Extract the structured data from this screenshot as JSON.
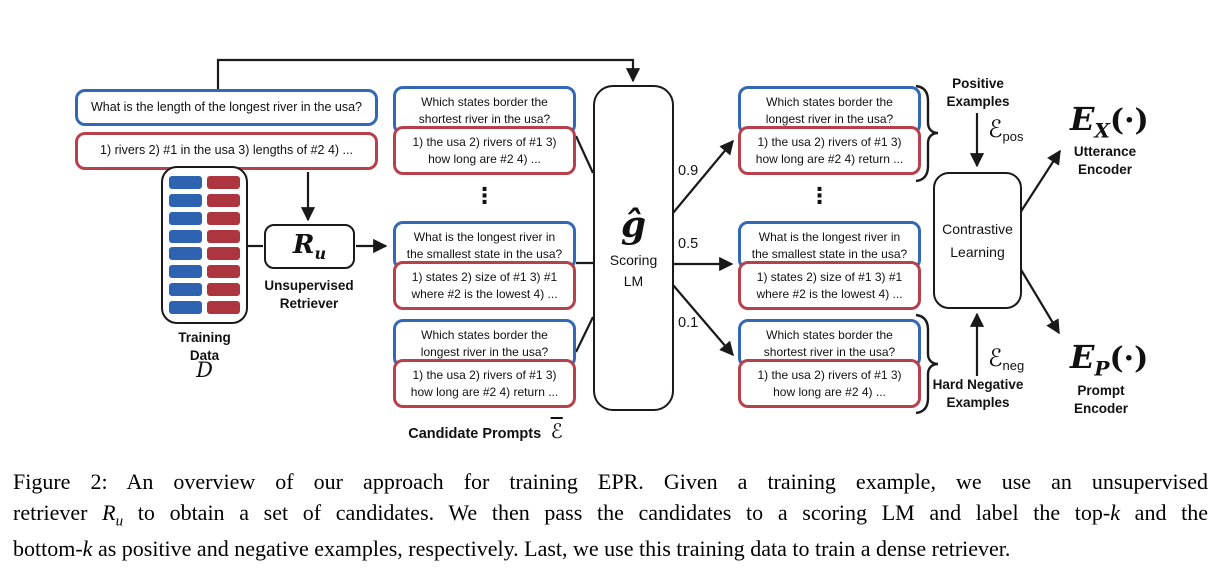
{
  "colors": {
    "blue": "#3368b5",
    "red": "#b6414c",
    "chip_blue": "#2e63b1",
    "chip_red": "#ac3540",
    "line": "#1a1a1a"
  },
  "figure": {
    "input": {
      "question": "What is the length of the longest river in the usa?",
      "answer": "1) rivers 2) #1 in the usa 3) lengths of #2 4) ..."
    },
    "training_data": {
      "label": "Training\nData",
      "symbol": "D",
      "rows": 8
    },
    "retriever": {
      "symbol_base": "R",
      "symbol_sub": "u",
      "label": "Unsupervised\nRetriever"
    },
    "candidates": {
      "label": "Candidate Prompts",
      "symbol": "ℰ",
      "dots": "⋮",
      "items": [
        {
          "question": "Which states border the\nshortest river in the usa?",
          "answer": "1) the usa 2) rivers of #1 3)\nhow long are #2 4) ..."
        },
        {
          "question": "What is the longest river in\nthe smallest state in the usa?",
          "answer": "1) states 2) size of #1 3) #1\nwhere #2 is the lowest 4) ..."
        },
        {
          "question": "Which states border the\nlongest river in the usa?",
          "answer": "1) the usa 2) rivers of #1 3)\nhow long are #2 4) return ..."
        }
      ]
    },
    "scoring_lm": {
      "symbol": "ĝ",
      "label": "Scoring\nLM",
      "scores": [
        "0.9",
        "0.5",
        "0.1"
      ]
    },
    "scored": {
      "dots": "⋮",
      "items": [
        {
          "question": "Which states border the\nlongest river in the usa?",
          "answer": "1) the usa 2) rivers of #1 3)\nhow long are #2 4) return ..."
        },
        {
          "question": "What is the longest river in\nthe smallest state in the usa?",
          "answer": "1) states 2) size of #1 3) #1\nwhere #2 is the lowest 4) ..."
        },
        {
          "question": "Which states border the\nshortest river in the usa?",
          "answer": "1) the usa 2) rivers of #1 3)\nhow long are #2 4) ..."
        }
      ]
    },
    "positive": {
      "label": "Positive\nExamples",
      "symbol": "ℰ",
      "symbol_sub": "pos"
    },
    "negative": {
      "label": "Hard Negative\nExamples",
      "symbol": "ℰ",
      "symbol_sub": "neg"
    },
    "contrastive": {
      "label": "Contrastive\nLearning"
    },
    "utterance_encoder": {
      "symbol_base": "E",
      "symbol_sub": "X",
      "symbol_args": "(·)",
      "label": "Utterance\nEncoder"
    },
    "prompt_encoder": {
      "symbol_base": "E",
      "symbol_sub": "P",
      "symbol_args": "(·)",
      "label": "Prompt\nEncoder"
    }
  },
  "caption": {
    "line1": "Figure 2:  An overview of our approach for training EPR. Given a training example, we use an unsupervised",
    "line2_parts": {
      "t1": "retriever ",
      "math1_base": "R",
      "math1_sub": "u",
      "t2": " to obtain a set of candidates. We then pass the candidates to a scoring LM and label the top-",
      "math2": "k",
      "t3": " and the"
    },
    "line3_parts": {
      "t1": "bottom-",
      "math1": "k",
      "t2": " as positive and negative examples, respectively. Last, we use this training data to train a dense retriever."
    }
  }
}
